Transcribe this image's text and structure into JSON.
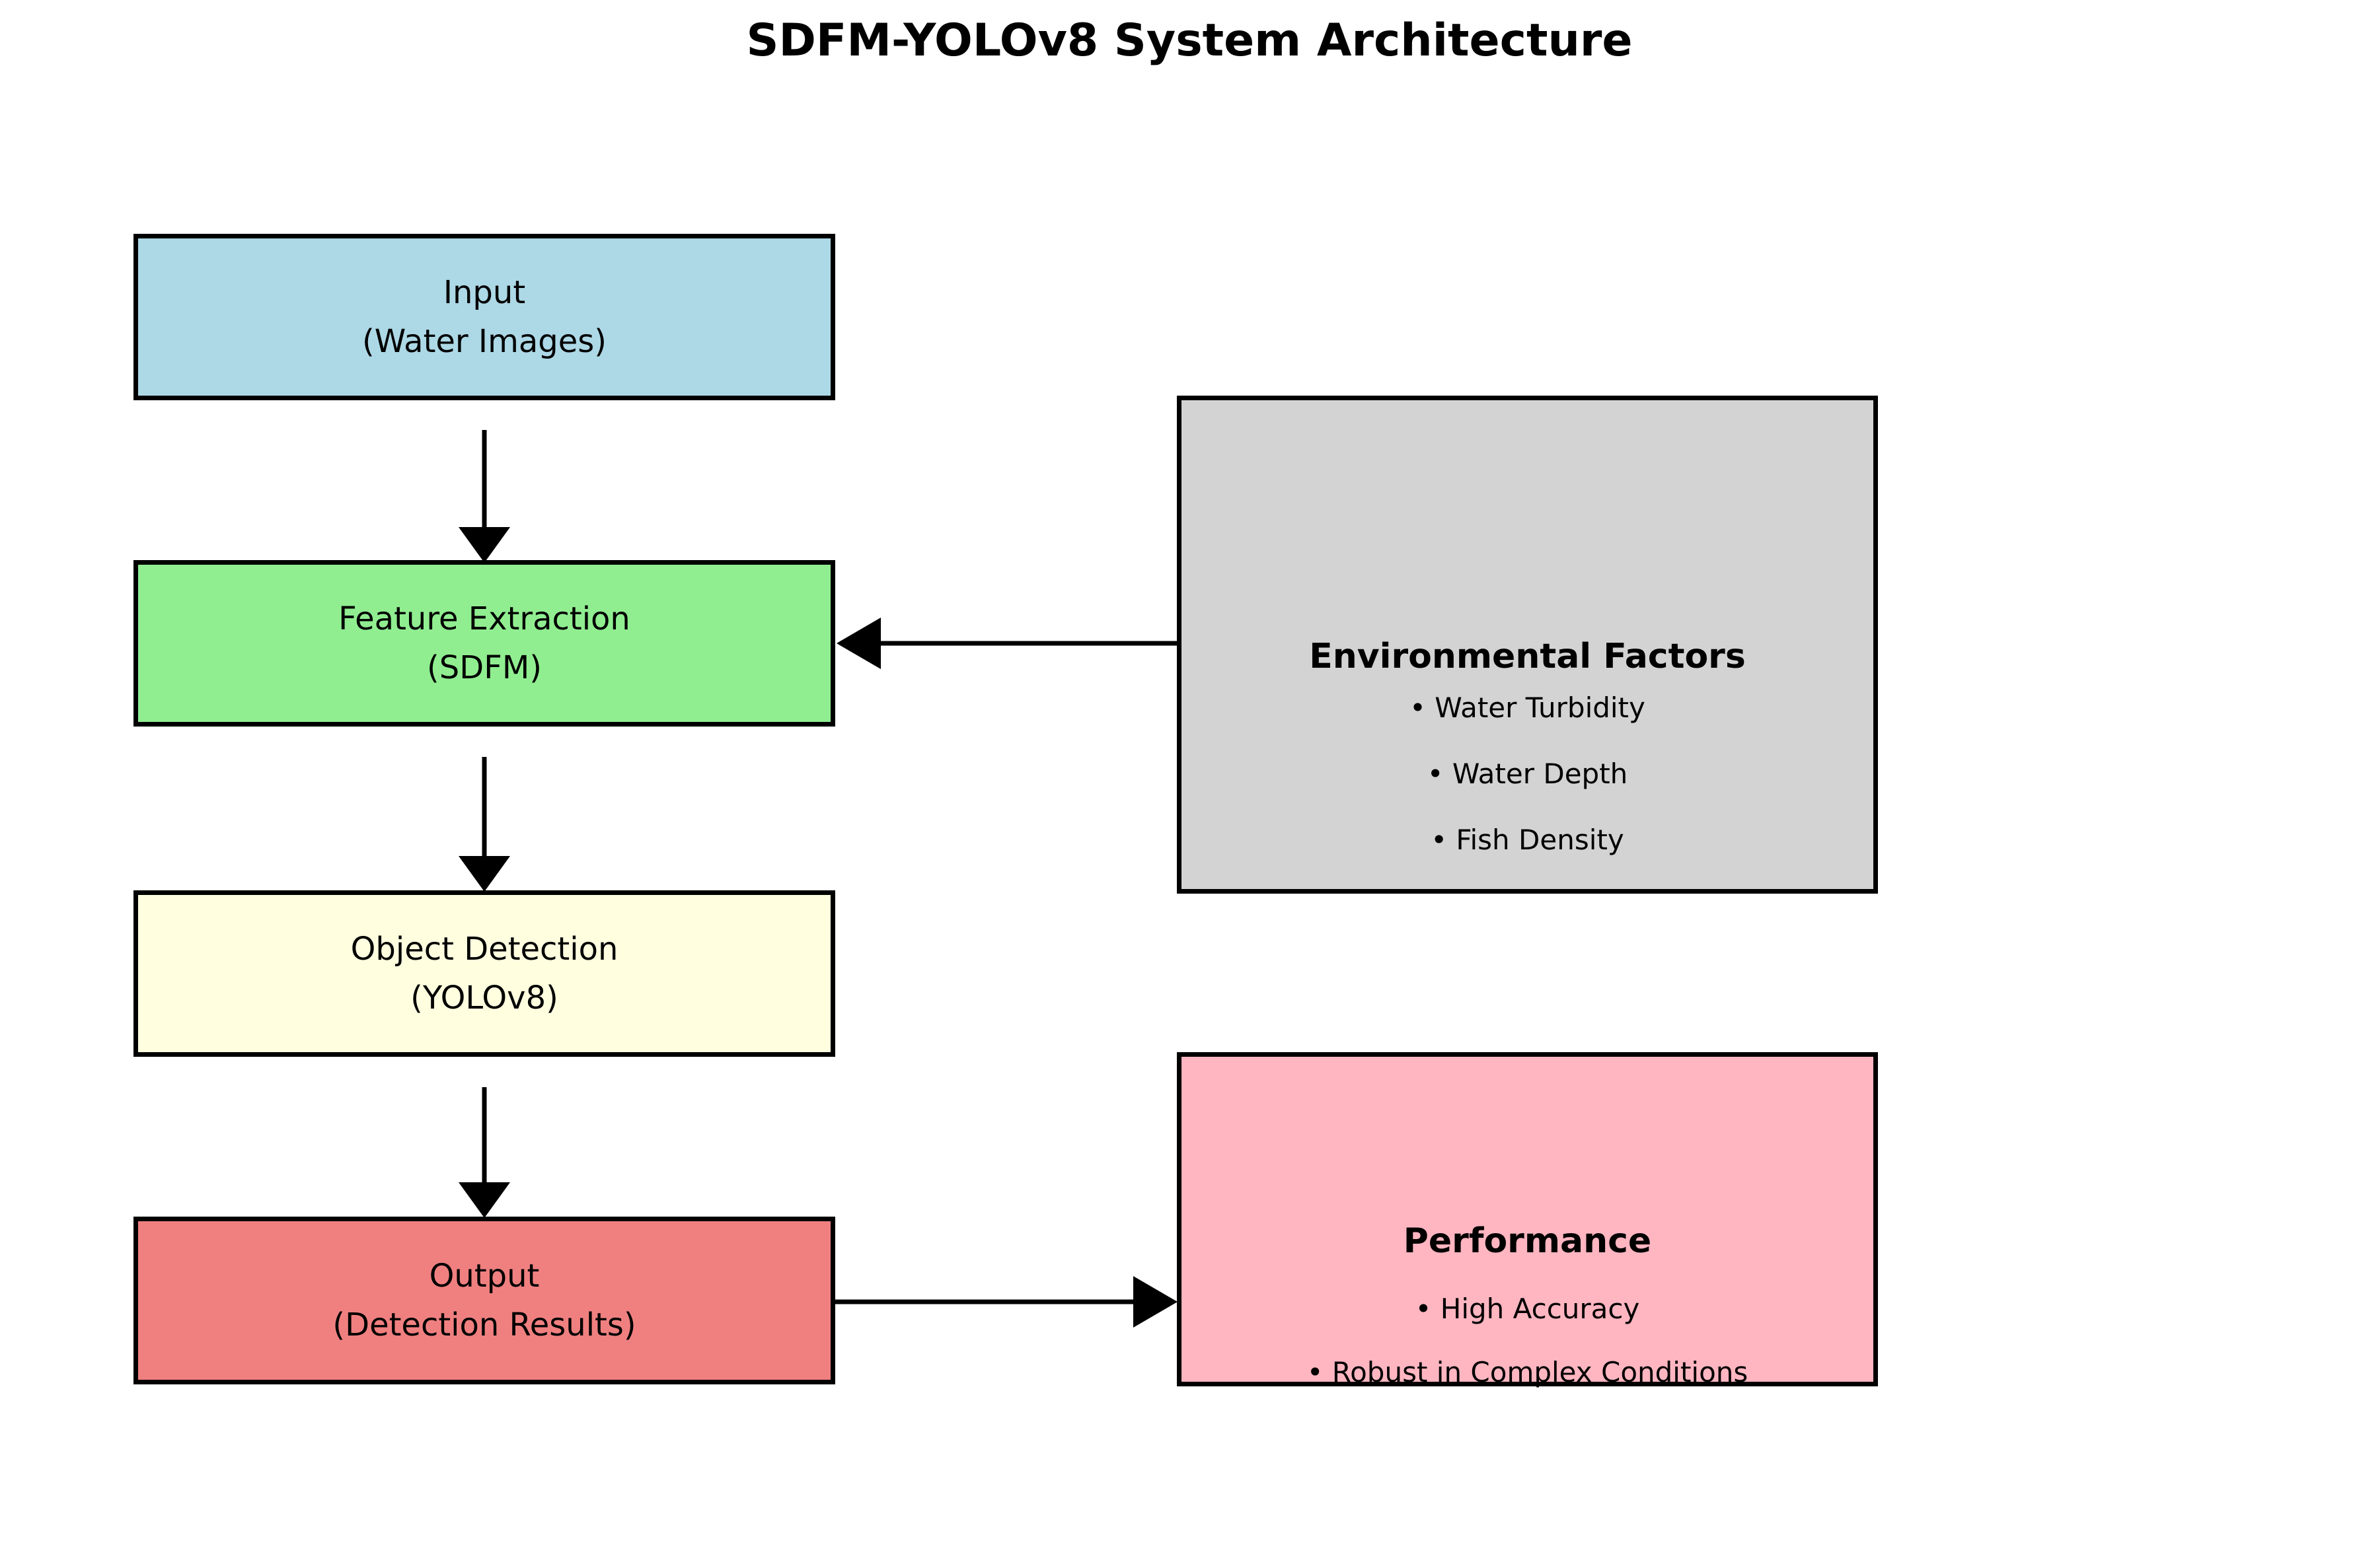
{
  "title": "SDFM-YOLOv8 System Architecture",
  "colors": {
    "input_fill": "#ADD8E6",
    "feature_fill": "#90EE90",
    "detection_fill": "#FFFFE0",
    "output_fill": "#F08080",
    "environment_fill": "#D3D3D3",
    "performance_fill": "#FFB6C1",
    "stroke": "#000000",
    "background": "#FFFFFF"
  },
  "flow_nodes": [
    {
      "id": "input",
      "line1": "Input",
      "line2": "(Water Images)",
      "color": "#ADD8E6"
    },
    {
      "id": "feature_extraction",
      "line1": "Feature Extraction",
      "line2": "(SDFM)",
      "color": "#90EE90"
    },
    {
      "id": "object_detection",
      "line1": "Object Detection",
      "line2": "(YOLOv8)",
      "color": "#FFFFE0"
    },
    {
      "id": "output",
      "line1": "Output",
      "line2": "(Detection Results)",
      "color": "#F08080"
    }
  ],
  "side_panels": [
    {
      "id": "environmental_factors",
      "title": "Environmental Factors",
      "bullets": [
        "• Water Turbidity",
        "• Water Depth",
        "• Fish Density"
      ],
      "color": "#D3D3D3"
    },
    {
      "id": "performance",
      "title": "Performance",
      "bullets": [
        "• High Accuracy",
        "• Robust in Complex Conditions"
      ],
      "color": "#FFB6C1"
    }
  ]
}
